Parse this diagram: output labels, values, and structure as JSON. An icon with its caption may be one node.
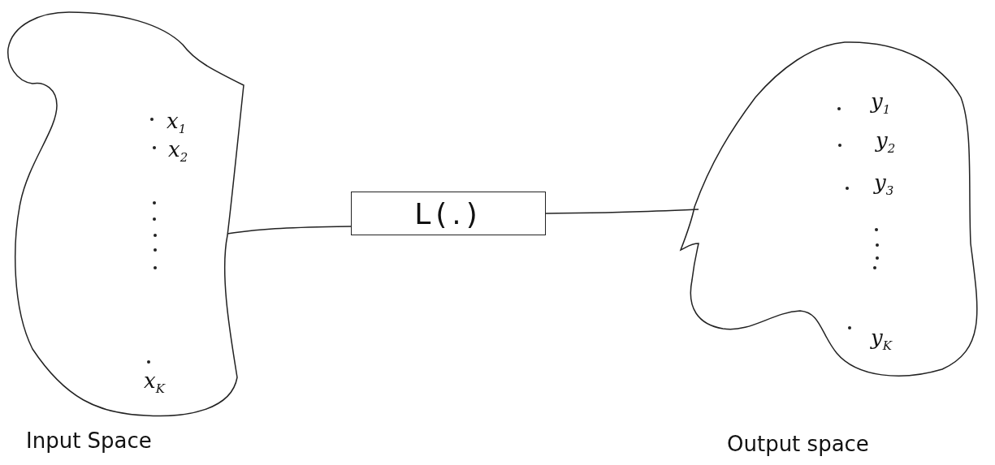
{
  "diagram": {
    "nodes": [
      {
        "text": [
          "x$_{1}$",
          "x$_{2}$",
          "x$_{K}$"
        ],
        "beside": [
          "Input Space"
        ]
      },
      {
        "text": [
          "L(.)"
        ]
      },
      {
        "text": [
          "y$_{1}$",
          "y$_{2}$",
          "y$_{3}$",
          "y$_{K}$"
        ],
        "beside": [
          "Output space"
        ]
      }
    ],
    "edges": [
      {
        "from": 0,
        "to": 1,
        "arrow": "none"
      },
      {
        "from": 1,
        "to": 2,
        "arrow": "none"
      }
    ]
  }
}
